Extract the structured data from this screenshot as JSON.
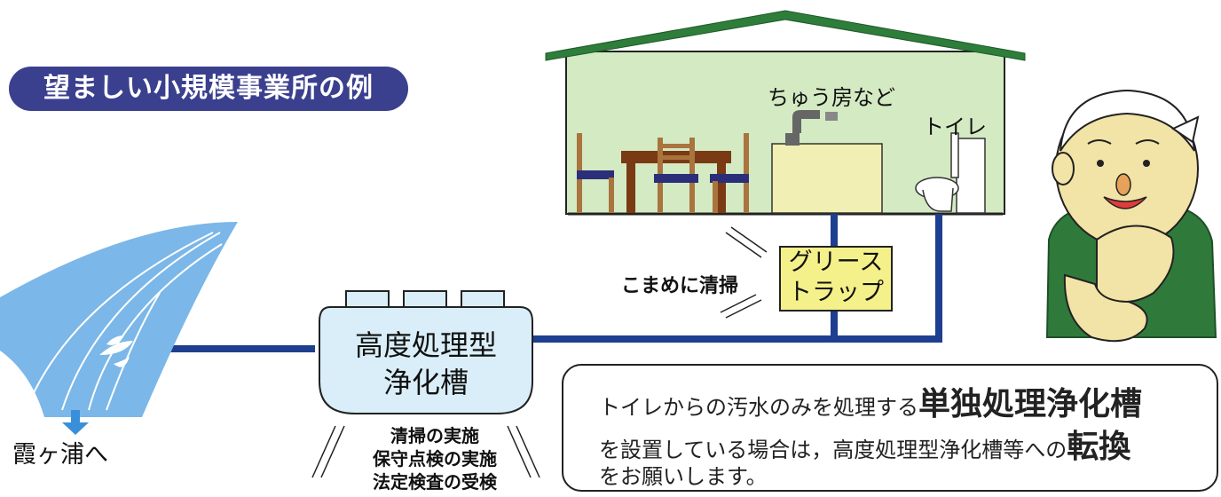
{
  "title": "望ましい小規模事業所の例",
  "labels": {
    "kitchen": "ちゅう房など",
    "toilet": "トイレ",
    "clean_often": "こまめに清掃",
    "grease_trap_line1": "グリース",
    "grease_trap_line2": "トラップ",
    "tank_line1": "高度処理型",
    "tank_line2": "浄化槽",
    "to_lake": "霞ヶ浦へ",
    "maint1": "清掃の実施",
    "maint2": "保守点検の実施",
    "maint3": "法定検査の受検"
  },
  "message": {
    "l1a": "トイレからの汚水のみを処理する",
    "l1b": "単独処理浄化槽",
    "l2a": "を設置している場合は，高度処理型浄化槽等への",
    "l2b": "転換",
    "l3": "をお願いします。"
  },
  "colors": {
    "title_bg": "#3a3f8e",
    "roof": "#2e7d3a",
    "house_wall": "#d3eac3",
    "pipe": "#1e3f8f",
    "arrow": "#3a90d8",
    "water": "#7bb7e8",
    "trap": "#f4f08a",
    "tank": "#d9eef8",
    "shirt": "#2f7a3b",
    "skin": "#f2e3a6"
  }
}
